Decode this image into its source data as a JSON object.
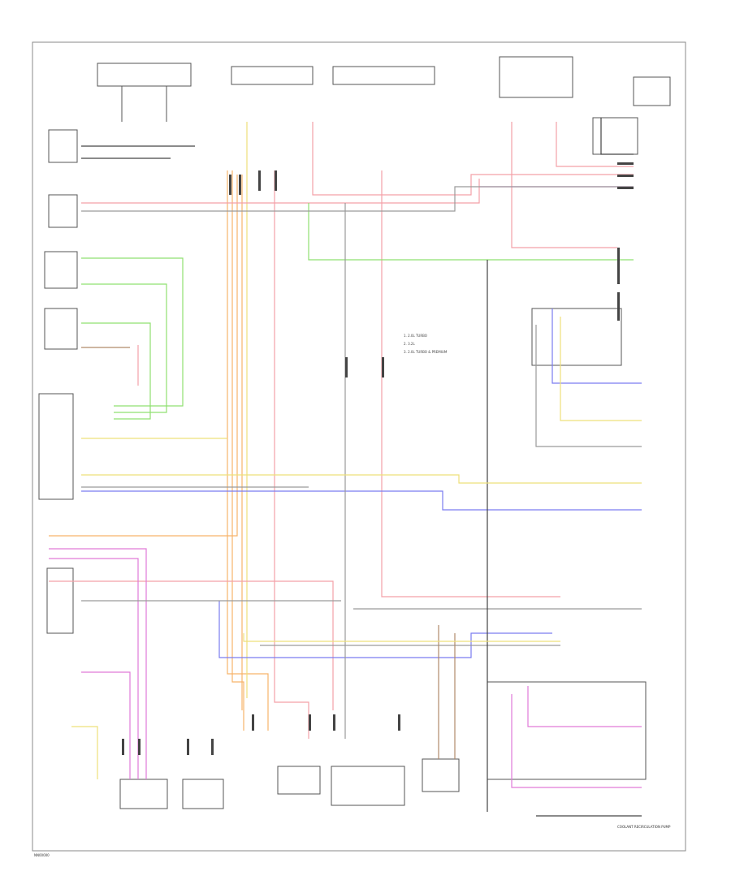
{
  "diagram": {
    "legend": [
      "1. 2.0L TURBO",
      "2. 3.2L",
      "3. 2.0L TURBO & PREMIUM"
    ],
    "footer_code": "NN00000",
    "bottom_right_label": "COOLANT RECIRCULATION PUMP",
    "wire_colors": {
      "red": "#f4a0a8",
      "pink": "#e07ad8",
      "orange": "#f7b36a",
      "yellow": "#eee07a",
      "green": "#8fe070",
      "blue": "#7a7cf0",
      "gray": "#9a9a9a",
      "brown": "#b08a6a",
      "black": "#444444"
    }
  }
}
